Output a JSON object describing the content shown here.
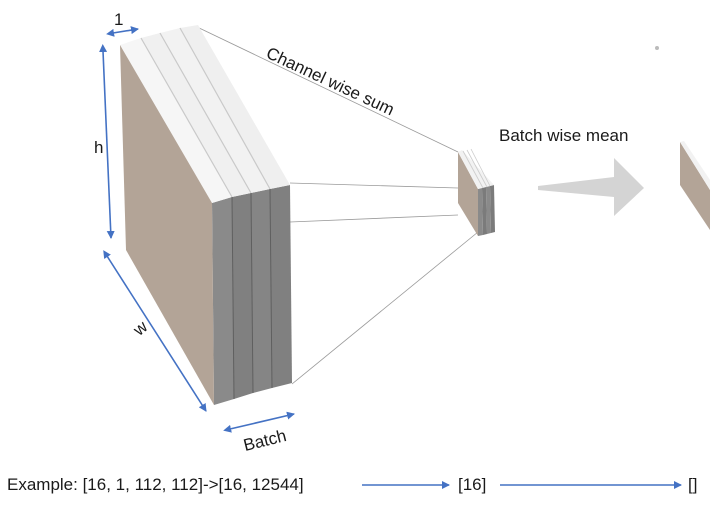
{
  "labels": {
    "one": "1",
    "h": "h",
    "w": "w",
    "batch": "Batch",
    "channel_wise_sum": "Channel wise sum",
    "batch_wise_mean": "Batch wise mean"
  },
  "example": {
    "step1": "Example: [16, 1, 112, 112]->[16, 12544]",
    "step2": "[16]",
    "step3": "[]"
  },
  "colors": {
    "arrow_blue": "#4472C4",
    "face_tan": "#B3A497",
    "face_gray": "#808080",
    "top_white": "#F4F4F4",
    "big_arrow": "#D4D4D4"
  }
}
